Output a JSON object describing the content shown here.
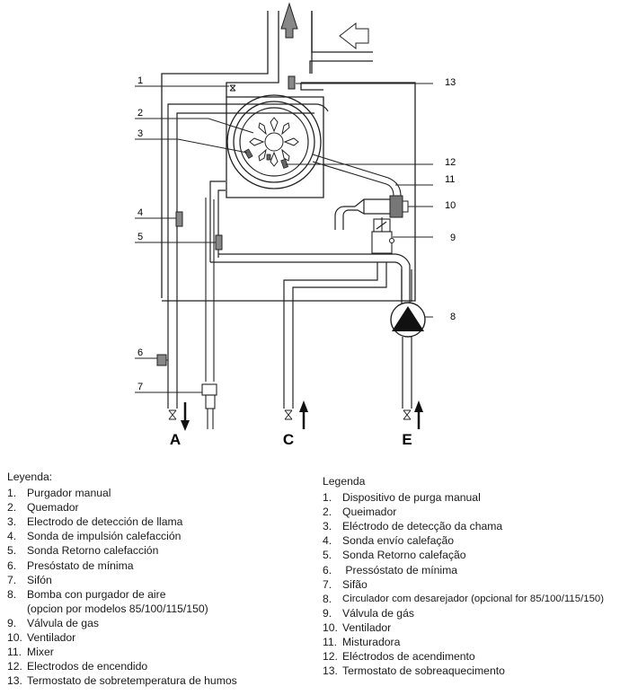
{
  "diagram": {
    "callouts": [
      "1",
      "2",
      "3",
      "4",
      "5",
      "6",
      "7",
      "8",
      "9",
      "10",
      "11",
      "12",
      "13"
    ],
    "connections": {
      "a": "A",
      "c": "C",
      "e": "E"
    }
  },
  "legend_es": {
    "title": "Leyenda:",
    "items": [
      {
        "num": "1.",
        "text": "Purgador manual"
      },
      {
        "num": "2.",
        "text": "Quemador"
      },
      {
        "num": "3.",
        "text": "Electrodo de detección de llama"
      },
      {
        "num": "4.",
        "text": "Sonda de impulsión calefacción"
      },
      {
        "num": "5.",
        "text": "Sonda Retorno calefacción"
      },
      {
        "num": "6.",
        "text": "Presóstato de mínima"
      },
      {
        "num": "7.",
        "text": "Sifón"
      },
      {
        "num": "8.",
        "text": "Bomba con purgador de aire"
      },
      {
        "num": "",
        "text": "(opcion por modelos 85/100/115/150)"
      },
      {
        "num": "9.",
        "text": "Válvula de gas"
      },
      {
        "num": "10.",
        "text": "Ventilador"
      },
      {
        "num": "11.",
        "text": "Mixer"
      },
      {
        "num": "12.",
        "text": "Electrodos de encendido"
      },
      {
        "num": "13.",
        "text": "Termostato de sobretemperatura de humos"
      }
    ]
  },
  "legend_pt": {
    "title": "Legenda",
    "items": [
      {
        "num": "1.",
        "text": "Dispositivo de purga manual"
      },
      {
        "num": "2.",
        "text": "Queimador"
      },
      {
        "num": "3.",
        "text": "Eléctrodo de detecção da chama"
      },
      {
        "num": "4.",
        "text": "Sonda envío calefação"
      },
      {
        "num": "5.",
        "text": "Sonda Retorno calefação"
      },
      {
        "num": "6.",
        "text": " Pressóstato de mínima"
      },
      {
        "num": "7.",
        "text": "Sifão"
      },
      {
        "num": "8.",
        "text": "Circulador com desarejador (opcional for 85/100/115/150)"
      },
      {
        "num": "9.",
        "text": "Válvula de gás"
      },
      {
        "num": "10.",
        "text": "Ventilador"
      },
      {
        "num": "11.",
        "text": "Misturadora"
      },
      {
        "num": "12.",
        "text": "Eléctrodos de acendimento"
      },
      {
        "num": "13.",
        "text": "Termostato de sobreaquecimento"
      }
    ]
  }
}
